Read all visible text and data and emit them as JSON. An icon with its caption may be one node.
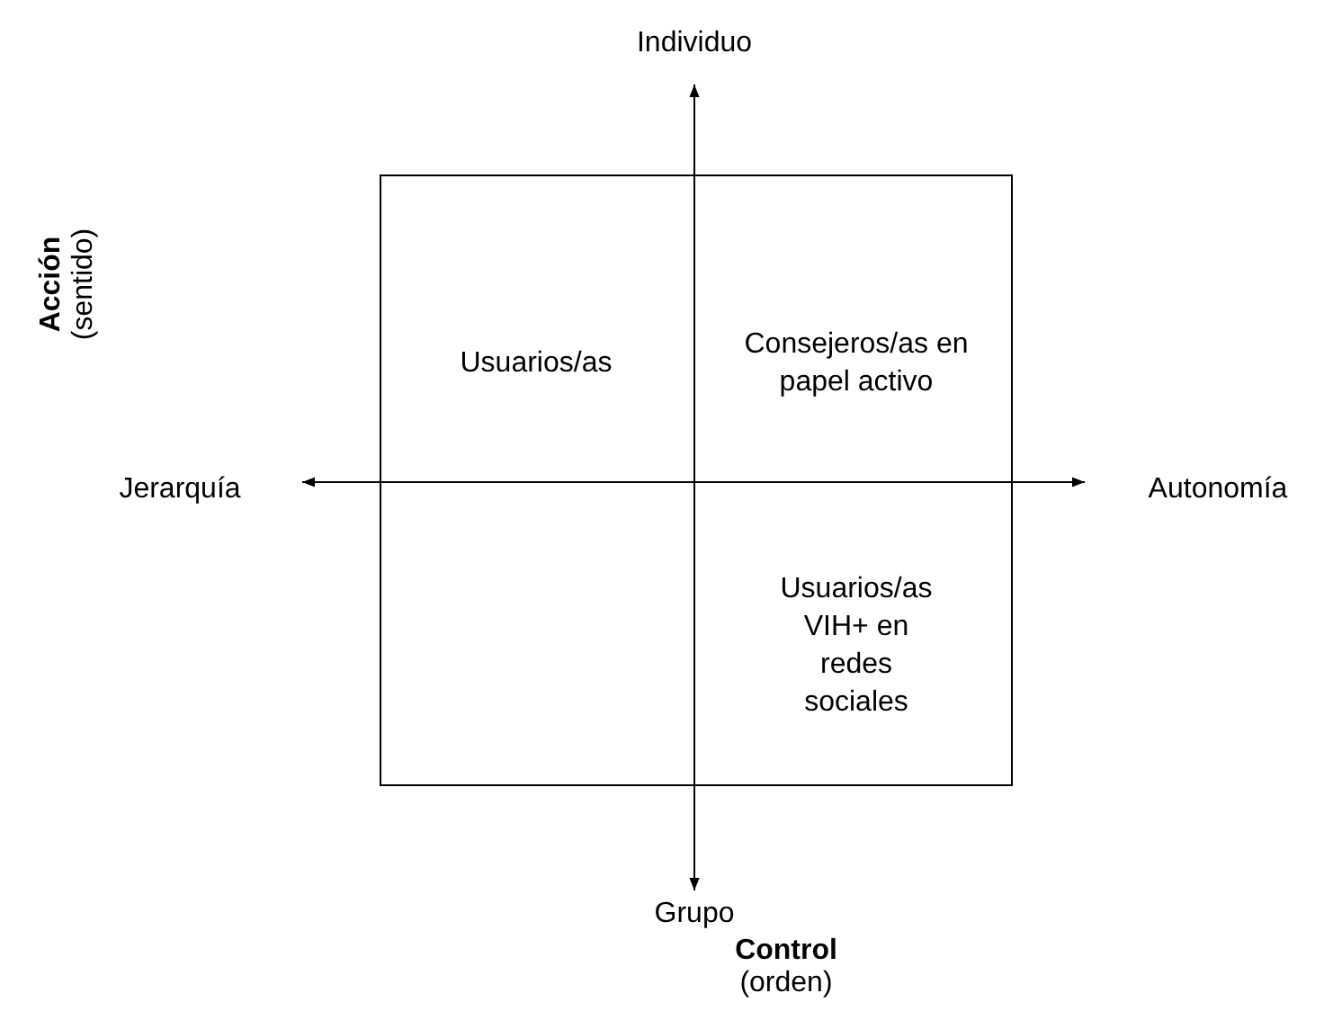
{
  "diagram": {
    "nodes": [
      {
        "text": [
          "Usuarios/as",
          "Consejeros/as en papel activo",
          "Usuarios/as VIH+ en redes sociales"
        ]
      }
    ],
    "labels": [
      "Individuo",
      "**Acción** (sentido)",
      "Jerarquía",
      "Autonomía",
      "Grupo",
      "**Control** (orden)"
    ]
  }
}
